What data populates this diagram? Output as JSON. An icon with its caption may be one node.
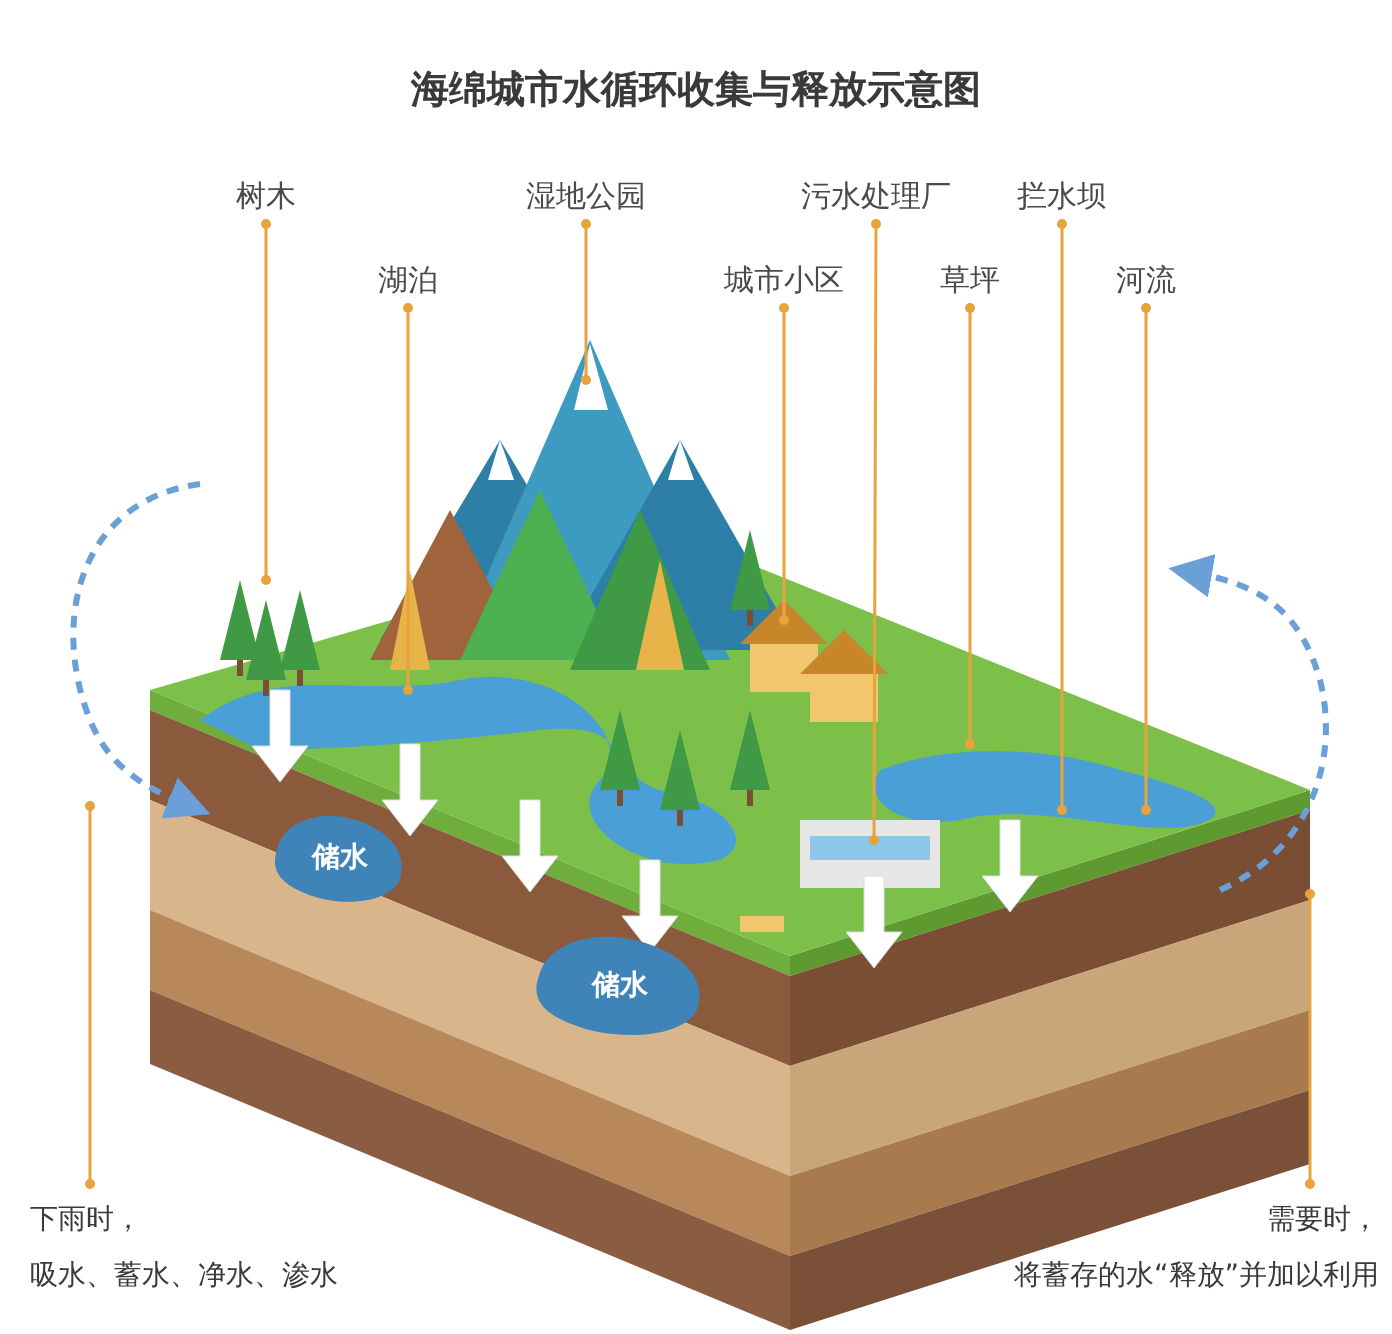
{
  "diagram": {
    "title": "海绵城市水循环收集与释放示意图",
    "nodes": [
      {
        "text": [
          "树木"
        ]
      },
      {
        "text": [
          "湿地公园"
        ]
      },
      {
        "text": [
          "污水处理厂"
        ]
      },
      {
        "text": [
          "拦水坝"
        ]
      },
      {
        "text": [
          "湖泊"
        ]
      },
      {
        "text": [
          "城市小区"
        ]
      },
      {
        "text": [
          "草坪"
        ]
      },
      {
        "text": [
          "河流"
        ]
      },
      {
        "text": [
          "储水"
        ]
      },
      {
        "text": [
          "储水"
        ]
      },
      {
        "text": [
          "下雨时，",
          "吸水、蓄水、净水、渗水"
        ]
      },
      {
        "text": [
          "需要时，",
          "将蓄存的水“释放”并加以利用"
        ]
      }
    ],
    "edges": [
      {
        "from": 0,
        "to": null,
        "arrow": "other"
      },
      {
        "from": 1,
        "to": null,
        "arrow": "other"
      },
      {
        "from": 2,
        "to": null,
        "arrow": "other"
      },
      {
        "from": 3,
        "to": null,
        "arrow": "other"
      },
      {
        "from": 4,
        "to": null,
        "arrow": "other"
      },
      {
        "from": 5,
        "to": null,
        "arrow": "other"
      },
      {
        "from": 6,
        "to": null,
        "arrow": "other"
      },
      {
        "from": 7,
        "to": null,
        "arrow": "other"
      },
      {
        "from": 10,
        "to": null,
        "arrow": "other"
      },
      {
        "from": 11,
        "to": null,
        "arrow": "other"
      }
    ]
  }
}
